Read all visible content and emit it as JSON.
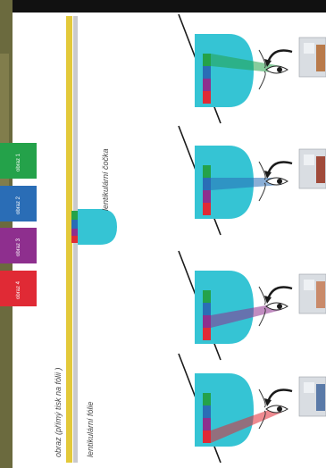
{
  "labels": {
    "print_on_foil": "obraz (přímý tisk na fólii )",
    "lenticular_foil": "lentikulární  fólie",
    "lenticular_lens": "lentikulární  čočka"
  },
  "swatches": [
    {
      "label": "obraz 1",
      "color": "#24a24a"
    },
    {
      "label": "obraz 2",
      "color": "#2a6db6"
    },
    {
      "label": "obraz 3",
      "color": "#8e2f8e"
    },
    {
      "label": "obraz 4",
      "color": "#e02a35"
    }
  ],
  "colors": {
    "lens": "#35c4d4",
    "print_strip": "#e3c93a",
    "foil_strip": "#c9c9cd",
    "background": "#ffffff",
    "frame": "#111111"
  },
  "icons": [
    "eye-icon",
    "curved-arrow-icon",
    "scene-thumbnail"
  ]
}
